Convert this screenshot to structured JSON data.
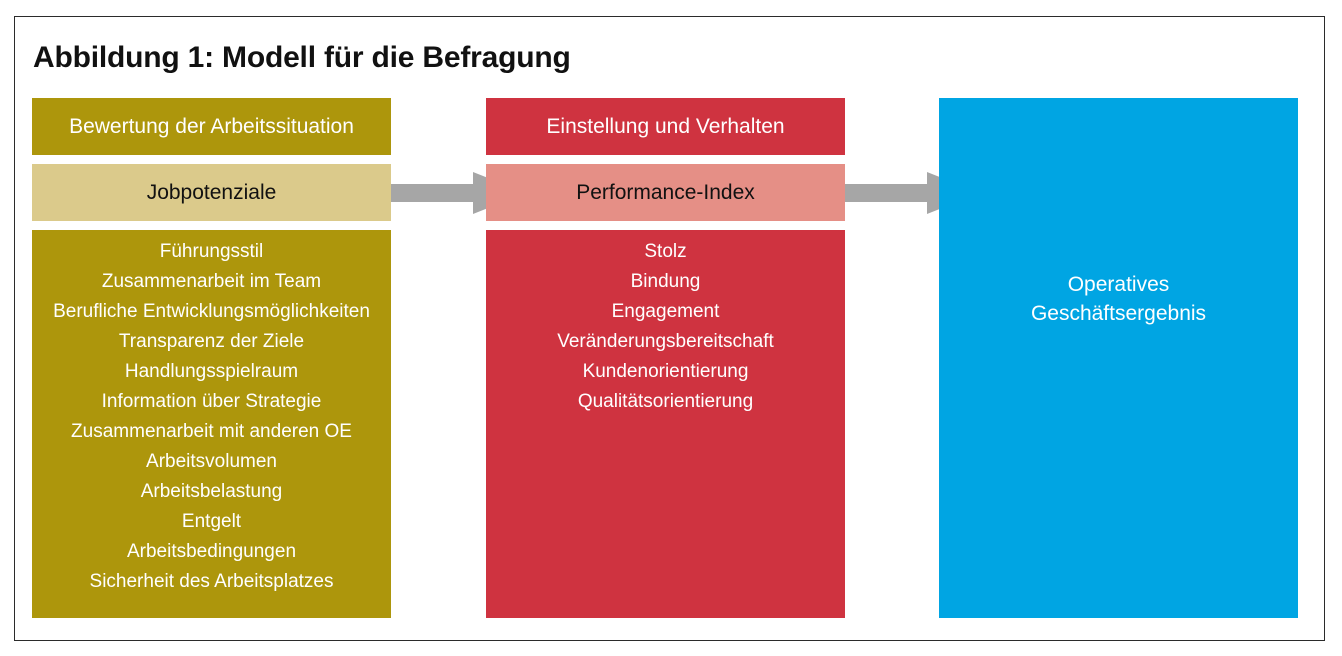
{
  "title": "Abbildung 1: Modell für die Befragung",
  "columns": [
    {
      "header": "Bewertung der Arbeitssituation",
      "subheader": "Jobpotenziale",
      "items": [
        "Führungsstil",
        "Zusammenarbeit im Team",
        "Berufliche Entwicklungsmöglichkeiten",
        "Transparenz der Ziele",
        "Handlungsspielraum",
        "Information über Strategie",
        "Zusammenarbeit mit anderen OE",
        "Arbeitsvolumen",
        "Arbeitsbelastung",
        "Entgelt",
        "Arbeitsbedingungen",
        "Sicherheit des Arbeitsplatzes"
      ]
    },
    {
      "header": "Einstellung und Verhalten",
      "subheader": "Performance-Index",
      "items": [
        "Stolz",
        "Bindung",
        "Engagement",
        "Veränderungsbereitschaft",
        "Kundenorientierung",
        "Qualitätsorientierung"
      ]
    }
  ],
  "result": {
    "line1": "Operatives",
    "line2": "Geschäftsergebnis"
  },
  "colors": {
    "gold": "#ad960c",
    "gold_light": "#dbca8b",
    "red": "#cf3340",
    "red_light": "#e58f86",
    "blue": "#00a5e3",
    "arrow": "#a6a6a6"
  }
}
